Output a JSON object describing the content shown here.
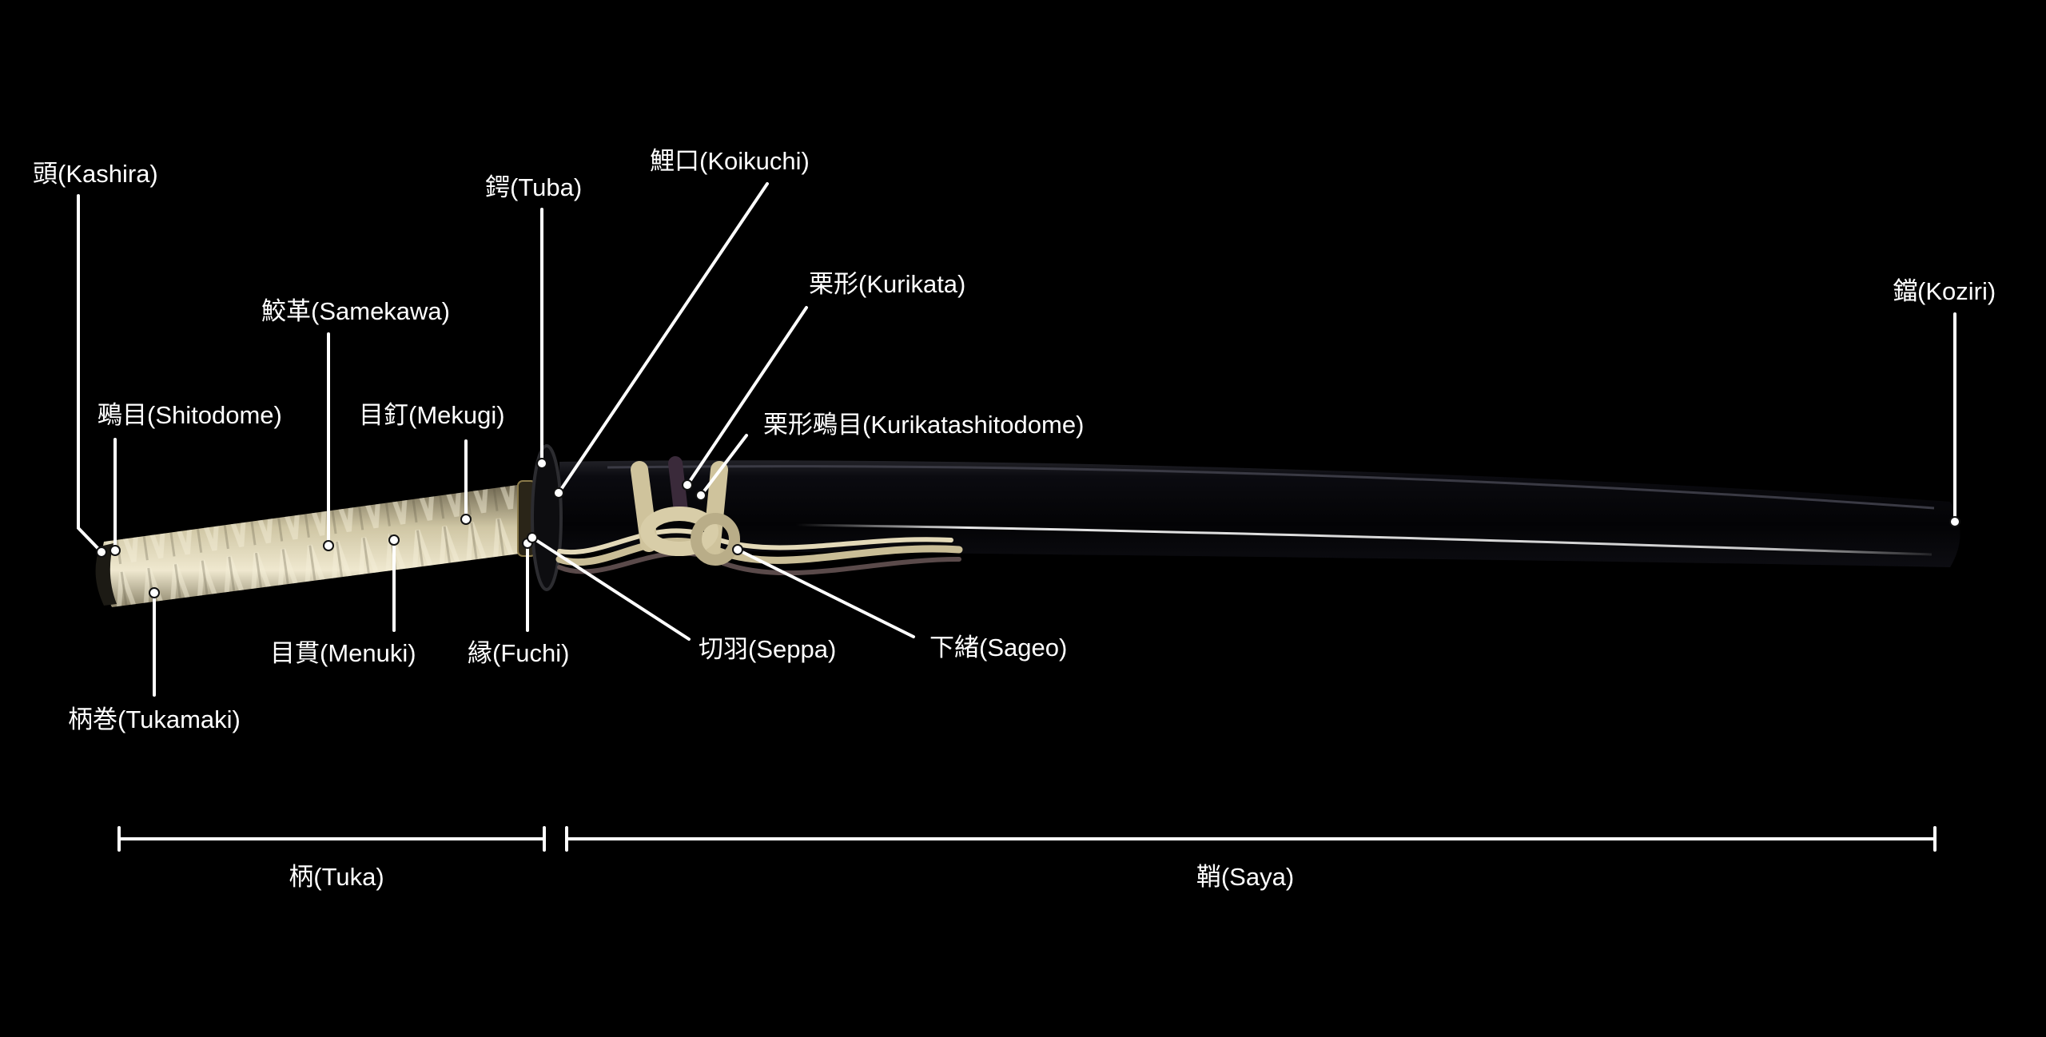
{
  "title": "Katana koshirae parts diagram",
  "colors": {
    "background": "#000000",
    "label": "#ffffff",
    "tsukamaki": "#d9cfae",
    "saya": "#050507",
    "sageo": "#cfc39c"
  },
  "labels": {
    "kashira": "頭(Kashira)",
    "shitodome": "鵐目(Shitodome)",
    "samekawa": "鮫革(Samekawa)",
    "mekugi": "目釘(Mekugi)",
    "tuba": "鍔(Tuba)",
    "koikuchi": "鯉口(Koikuchi)",
    "kurikata": "栗形(Kurikata)",
    "kurikatashitodome": "栗形鵐目(Kurikatashitodome)",
    "koziri": "鐺(Koziri)",
    "tukamaki": "柄巻(Tukamaki)",
    "menuki": "目貫(Menuki)",
    "fuchi": "縁(Fuchi)",
    "seppa": "切羽(Seppa)",
    "sageo": "下緒(Sageo)"
  },
  "sections": {
    "tuka": "柄(Tuka)",
    "saya": "鞘(Saya)"
  }
}
